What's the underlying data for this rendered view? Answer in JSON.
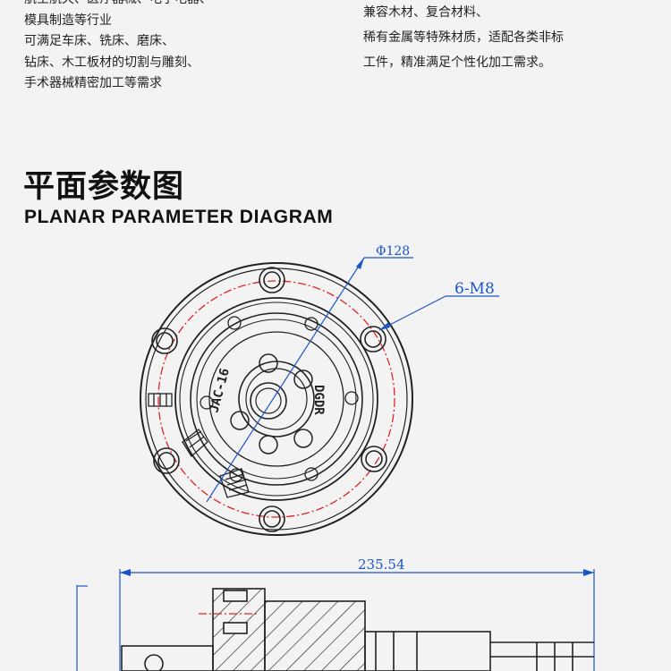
{
  "intro": {
    "left_lines": [
      "航空航天、医疗器械、电子电器、",
      "模具制造等行业",
      "可满足车床、铣床、磨床、",
      "钻床、木工板材的切割与雕刻、",
      "手术器械精密加工等需求"
    ],
    "right_lines": [
      "兼容木材、复合材料、",
      "稀有金属等特殊材质，适配各类非标",
      "工件，精准满足个性化加工需求。"
    ]
  },
  "section": {
    "title_cn": "平面参数图",
    "title_en": "PLANAR PARAMETER DIAGRAM"
  },
  "drawing": {
    "diameter_label": "Φ128",
    "holes_label": "6-M8",
    "length_label": "235.54",
    "engraving_left": "JAC-16",
    "engraving_right": "DGDR",
    "colors": {
      "dimension": "#1a55c9",
      "bolt_circle": "#e02424",
      "line": "#222222"
    }
  }
}
